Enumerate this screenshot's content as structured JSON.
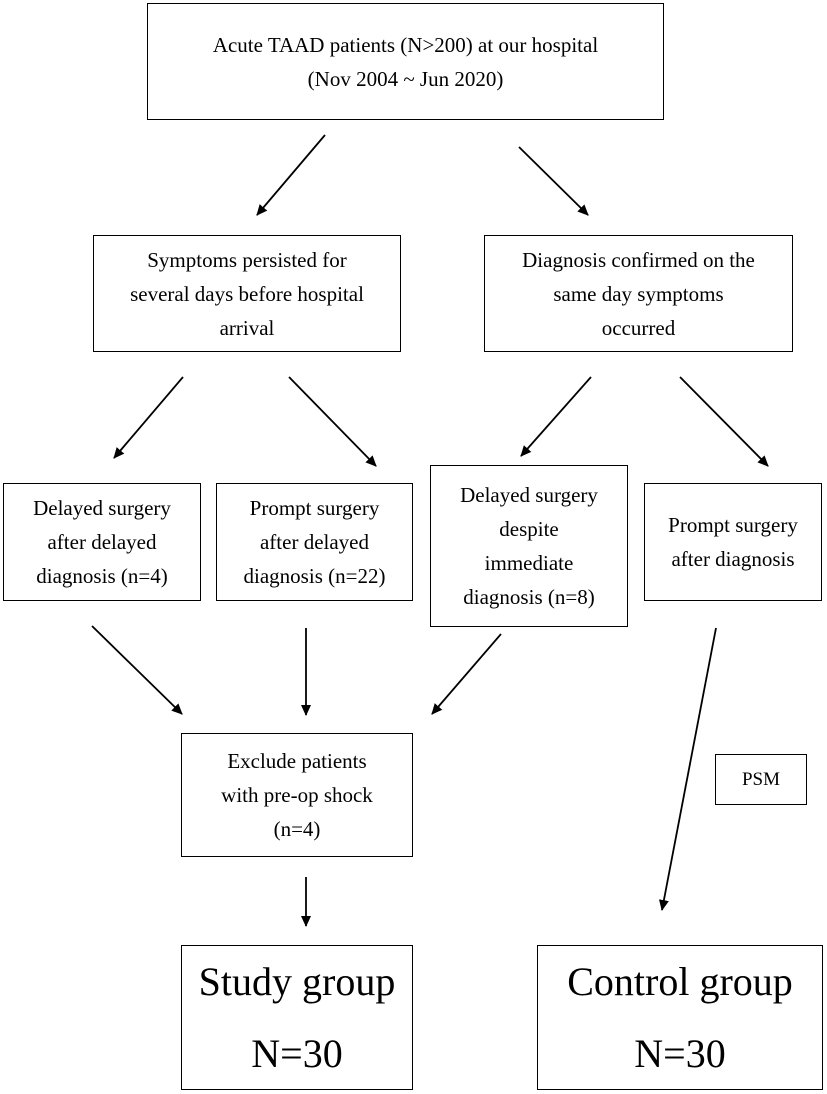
{
  "nodes": {
    "source": {
      "line1": "Acute TAAD patients (N>200) at our hospital",
      "line2": "(Nov 2004 ~ Jun 2020)"
    },
    "symptoms_persisted": {
      "line1": "Symptoms persisted for",
      "line2": "several days before hospital",
      "line3": "arrival"
    },
    "same_day_diagnosis": {
      "line1": "Diagnosis confirmed on the",
      "line2": "same day symptoms",
      "line3": "occurred"
    },
    "delayed_after_delayed": {
      "line1": "Delayed surgery",
      "line2": "after delayed",
      "line3": "diagnosis (n=4)"
    },
    "prompt_after_delayed": {
      "line1": "Prompt surgery",
      "line2": "after delayed",
      "line3": "diagnosis (n=22)"
    },
    "delayed_despite_immediate": {
      "line1": "Delayed surgery",
      "line2": "despite",
      "line3": "immediate",
      "line4": "diagnosis (n=8)"
    },
    "prompt_after_diagnosis": {
      "line1": "Prompt surgery",
      "line2": "after diagnosis"
    },
    "exclude_shock": {
      "line1": "Exclude patients",
      "line2": "with pre-op shock",
      "line3": "(n=4)"
    },
    "psm": {
      "label": "PSM"
    },
    "study_group": {
      "title": "Study group",
      "count": "N=30"
    },
    "control_group": {
      "title": "Control group",
      "count": "N=30"
    }
  },
  "edges": [
    {
      "from": "source",
      "to": "symptoms_persisted"
    },
    {
      "from": "source",
      "to": "same_day_diagnosis"
    },
    {
      "from": "symptoms_persisted",
      "to": "delayed_after_delayed"
    },
    {
      "from": "symptoms_persisted",
      "to": "prompt_after_delayed"
    },
    {
      "from": "same_day_diagnosis",
      "to": "delayed_despite_immediate"
    },
    {
      "from": "same_day_diagnosis",
      "to": "prompt_after_diagnosis"
    },
    {
      "from": "delayed_after_delayed",
      "to": "exclude_shock"
    },
    {
      "from": "prompt_after_delayed",
      "to": "exclude_shock"
    },
    {
      "from": "delayed_despite_immediate",
      "to": "exclude_shock"
    },
    {
      "from": "exclude_shock",
      "to": "study_group"
    },
    {
      "from": "prompt_after_diagnosis",
      "to": "control_group"
    }
  ],
  "colors": {
    "stroke": "#000000",
    "background": "#ffffff"
  }
}
